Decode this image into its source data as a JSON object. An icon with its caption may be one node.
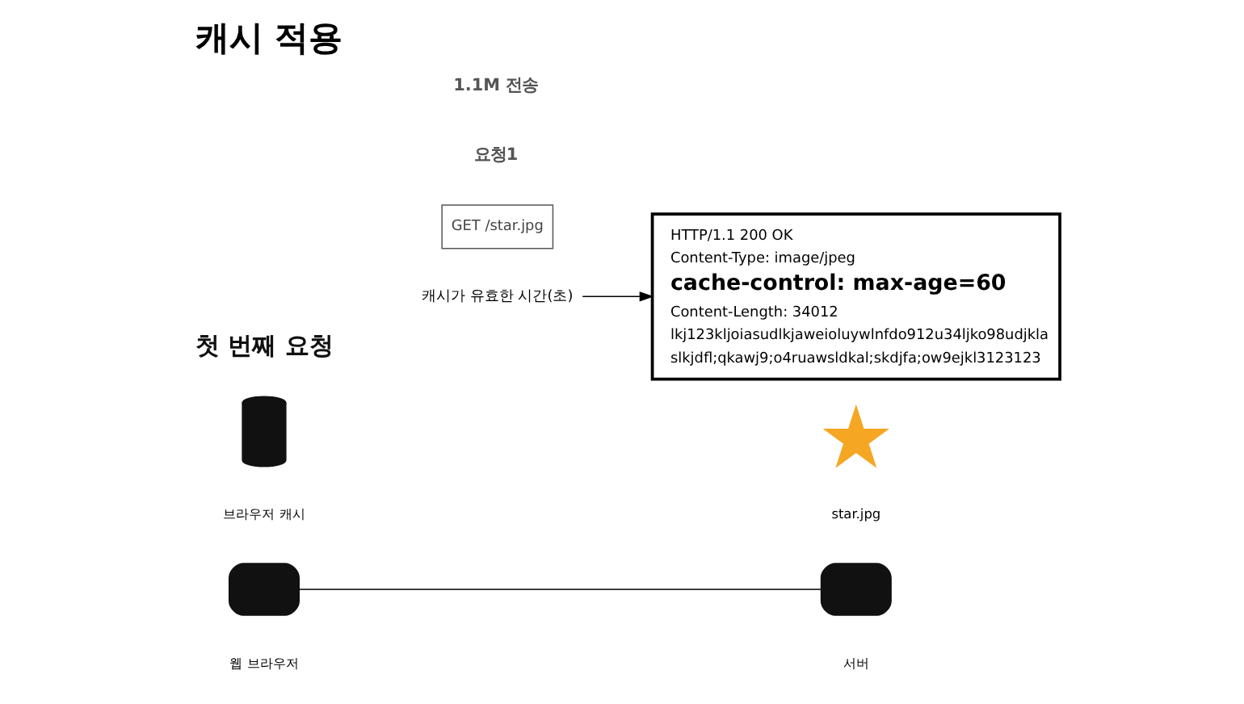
{
  "diagram": {
    "title": "캐시 적용",
    "nodes": [
      {
        "text": [],
        "shape": "box",
        "beside": [
          "웹 브라우저"
        ]
      },
      {
        "text": [],
        "shape": "box",
        "beside": [
          "서버"
        ]
      },
      {
        "text": [],
        "shape": "star",
        "beside": [
          "star.jpg"
        ]
      },
      {
        "text": [],
        "shape": "cylinder",
        "beside": [
          "브라우저 캐시"
        ]
      },
      {
        "text": [
          "캐시가 유효한 시간(초)"
        ]
      },
      {
        "text": [
          "HTTP/1.1 200 OK",
          "Content-Type: image/jpeg",
          "cache-control: max-age=60",
          "Content-Length: 34012",
          "lkj123kljoiasudlkjaweioluywlnfdo912u34ljko98udjkla slkjdfl;qkawj9;o4ruawsldkal;skdjfa;ow9ejkl3123123"
        ]
      },
      {
        "text": [
          "GET /star.jpg"
        ]
      }
    ],
    "edges": [
      {
        "from": 0,
        "to": 1,
        "arrow": "none"
      },
      {
        "from": 4,
        "to": 5,
        "arrow": "to"
      }
    ],
    "labels": [
      "첫 번째 요청",
      "요청1",
      "1.1M 전송"
    ]
  }
}
